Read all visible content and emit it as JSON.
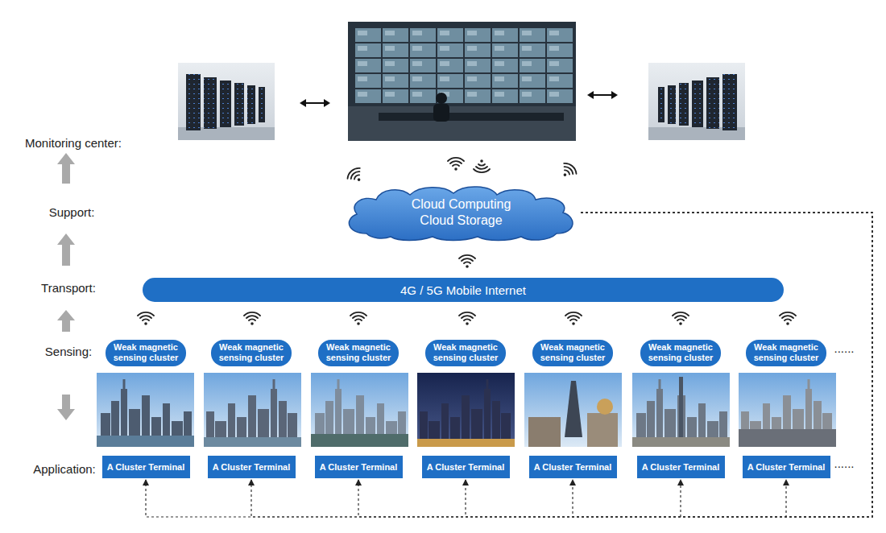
{
  "diagram": {
    "nodes": [
      {
        "text": [
          "Cloud Computing Cloud Storage"
        ]
      },
      {
        "text": [
          "4G / 5G Mobile Internet"
        ]
      },
      {
        "text": [
          "Weak magnetic sensing cluster"
        ]
      },
      {
        "text": [
          "Weak magnetic sensing cluster"
        ]
      },
      {
        "text": [
          "Weak magnetic sensing cluster"
        ]
      },
      {
        "text": [
          "Weak magnetic sensing cluster"
        ]
      },
      {
        "text": [
          "Weak magnetic sensing cluster"
        ]
      },
      {
        "text": [
          "Weak magnetic sensing cluster"
        ]
      },
      {
        "text": [
          "Weak magnetic sensing cluster"
        ]
      },
      {
        "text": [
          "A Cluster Terminal"
        ]
      },
      {
        "text": [
          "A Cluster Terminal"
        ]
      },
      {
        "text": [
          "A Cluster Terminal"
        ]
      },
      {
        "text": [
          "A Cluster Terminal"
        ]
      },
      {
        "text": [
          "A Cluster Terminal"
        ]
      },
      {
        "text": [
          "A Cluster Terminal"
        ]
      },
      {
        "text": [
          "A Cluster Terminal"
        ]
      }
    ],
    "edges": [
      {
        "from": 0,
        "to": 9,
        "arrow": "to"
      },
      {
        "from": 0,
        "to": 10,
        "arrow": "to"
      },
      {
        "from": 0,
        "to": 11,
        "arrow": "to"
      },
      {
        "from": 0,
        "to": 12,
        "arrow": "to"
      },
      {
        "from": 0,
        "to": 13,
        "arrow": "to"
      },
      {
        "from": 0,
        "to": 14,
        "arrow": "to"
      },
      {
        "from": 0,
        "to": 15,
        "arrow": "to"
      }
    ],
    "labels": [
      "Monitoring center:",
      "Support:",
      "Transport:",
      "Sensing:",
      "Application:",
      "......",
      "......"
    ]
  }
}
